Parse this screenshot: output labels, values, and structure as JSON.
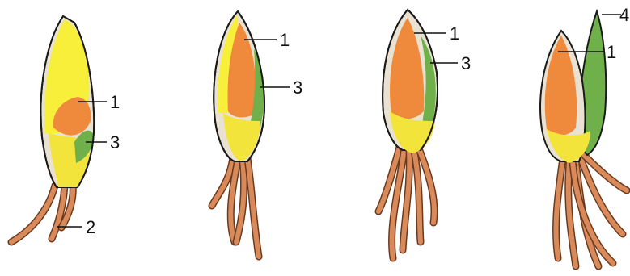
{
  "colors": {
    "endosperm": "#f7ef3a",
    "scutellum": "#ef8a3c",
    "coleoptile": "#6fb04a",
    "embryo_base": "#f2e43a",
    "root": "#d88a5a",
    "root_edge": "#6b3a1e",
    "husk": "#e9e2d2"
  },
  "stages": [
    {
      "labels": [
        "1",
        "3",
        "2"
      ]
    },
    {
      "labels": [
        "1",
        "3"
      ]
    },
    {
      "labels": [
        "1",
        "3"
      ]
    },
    {
      "labels": [
        "4",
        "1"
      ]
    }
  ]
}
